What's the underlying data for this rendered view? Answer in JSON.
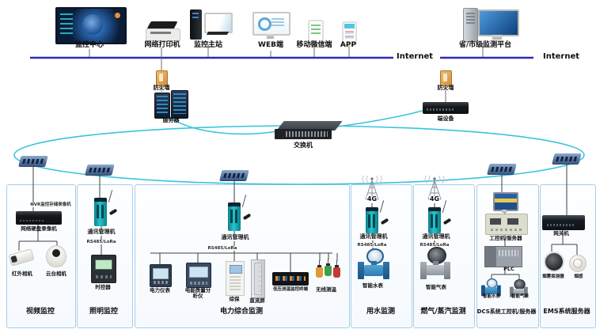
{
  "colors": {
    "internet_line": "#2b2bb4",
    "fiber_ring": "#3ac4da",
    "panel_border": "#a9cde9",
    "firewall": "#cf8f3e",
    "comm_device": "#25c5ce",
    "hub": "#55749f"
  },
  "top": {
    "internet_left": "Internet",
    "internet_right": "Internet",
    "devices": [
      {
        "label": "监控中心"
      },
      {
        "label": "网络打印机"
      },
      {
        "label": "监控主站"
      },
      {
        "label": "WEB端"
      },
      {
        "label": "移动微信端"
      },
      {
        "label": "APP"
      },
      {
        "label": "省/市级监测平台"
      }
    ]
  },
  "core": {
    "firewall_left": "防火墙",
    "server": "服务器",
    "switch": "交换机",
    "firewall_right": "防火墙",
    "edge_device": "端设备"
  },
  "panels": [
    {
      "title": "视频监控",
      "nvr_note": "NVR监控存储录像机",
      "nvr_label": "网络硬盘录像机",
      "camera1": "红外相机",
      "camera2": "云台相机"
    },
    {
      "title": "照明监控",
      "gateway": "通讯管理机",
      "bus": "RS485/LoRa",
      "device": "时控器"
    },
    {
      "title": "电力综合监测",
      "gateway": "通讯管理机",
      "bus": "RS485/LoRa",
      "dots": "···",
      "devices": [
        "电力仪表",
        "电能质量分析仪",
        "综保",
        "直流屏",
        "低压测温监控终端",
        "无线测温"
      ]
    },
    {
      "title": "用水监测",
      "net": "4G",
      "gateway": "通讯管理机",
      "bus": "RS485/LoRa",
      "device": "智能水表"
    },
    {
      "title": "燃气/蒸汽监测",
      "net": "4G",
      "gateway": "通讯管理机",
      "bus": "RS485/LoRa",
      "device": "智能气表"
    },
    {
      "title": "DCS系统工控机/服务器",
      "ipc": "工控机/服务器",
      "plc": "PLC",
      "device1": "智能水表",
      "device2": "智能气表"
    },
    {
      "title": "EMS系统服务器",
      "gateway": "网关机",
      "sensor1": "烟雾探测器",
      "sensor2": "烟感"
    }
  ]
}
